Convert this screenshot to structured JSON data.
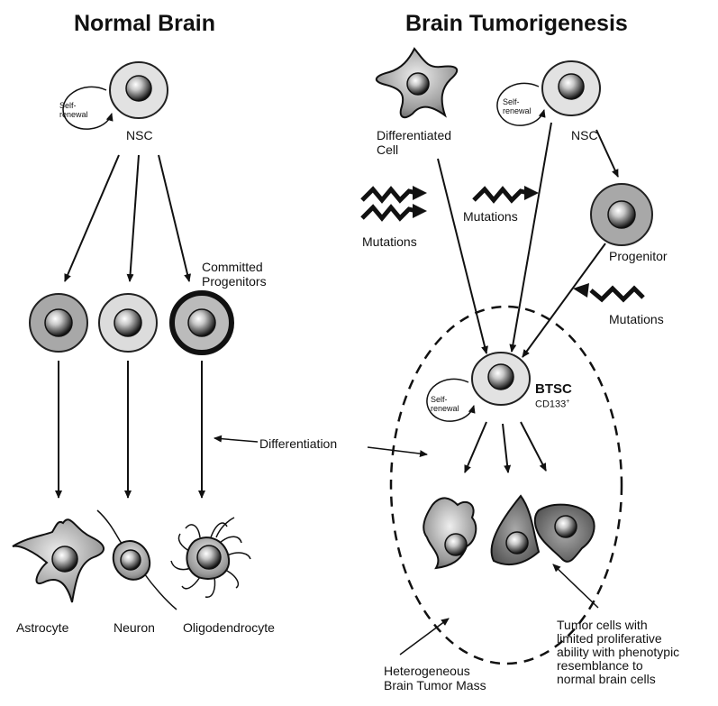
{
  "titles": {
    "left": "Normal Brain",
    "right": "Brain Tumorigenesis"
  },
  "normal": {
    "self_renewal": "Self-\nrenewal",
    "nsc": "NSC",
    "committed": "Committed\nProgenitors",
    "cells": [
      "Astrocyte",
      "Neuron",
      "Oligodendrocyte"
    ]
  },
  "tumor": {
    "differentiated_cell": "Differentiated\nCell",
    "self_renewal": "Self-\nrenewal",
    "nsc": "NSC",
    "mutations": [
      "Mutations",
      "Mutations",
      "Mutations"
    ],
    "progenitor": "Progenitor",
    "btsc": "BTSC",
    "cd133": "CD133",
    "cd133_sup": "+",
    "btsc_self_renewal": "Self-\nrenewal",
    "heterogeneous": "Heterogeneous\nBrain Tumor Mass",
    "tumor_cells": "Tumor cells with\nlimited proliferative\nability with phenotypic\nresemblance to\nnormal brain cells"
  },
  "differentiation": "Differentiation"
}
